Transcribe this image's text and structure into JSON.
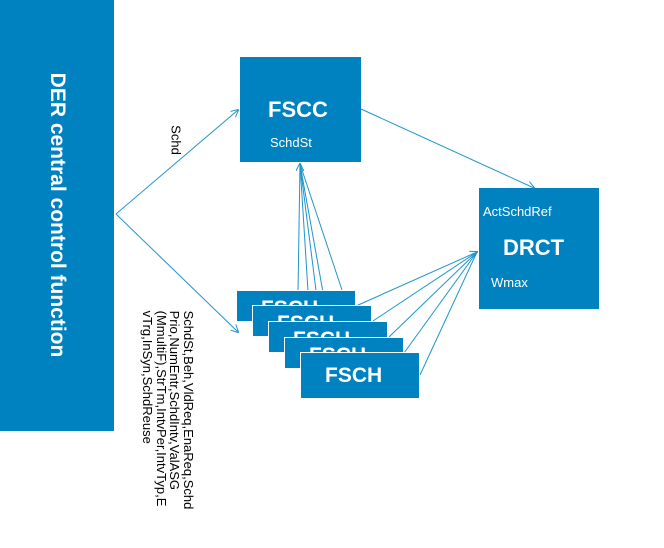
{
  "side_panel": {
    "title": "DER central control function"
  },
  "fscc": {
    "title": "FSCC",
    "attribute": "SchdSt"
  },
  "drct": {
    "title": "DRCT",
    "ref_attribute": "ActSchdRef",
    "attribute": "Wmax"
  },
  "fsch_stack": {
    "labels": [
      "FSCH",
      "FSCH",
      "FSCH",
      "FSCH",
      "FSCH"
    ]
  },
  "schd_label": "Schd",
  "fsch_attributes": {
    "lines": [
      "SchdSt,Beh,VldReq,EnaReq,Schd",
      "Prio,NumEntr,SchdIntv,ValASG",
      "(MmultiF),StrTm,IntvPer,IntvTyp,E",
      "vTrg,InSyn,SchdReuse"
    ]
  },
  "colors": {
    "box": "#0082c0",
    "line": "#1e95cc",
    "text": "#000000"
  }
}
